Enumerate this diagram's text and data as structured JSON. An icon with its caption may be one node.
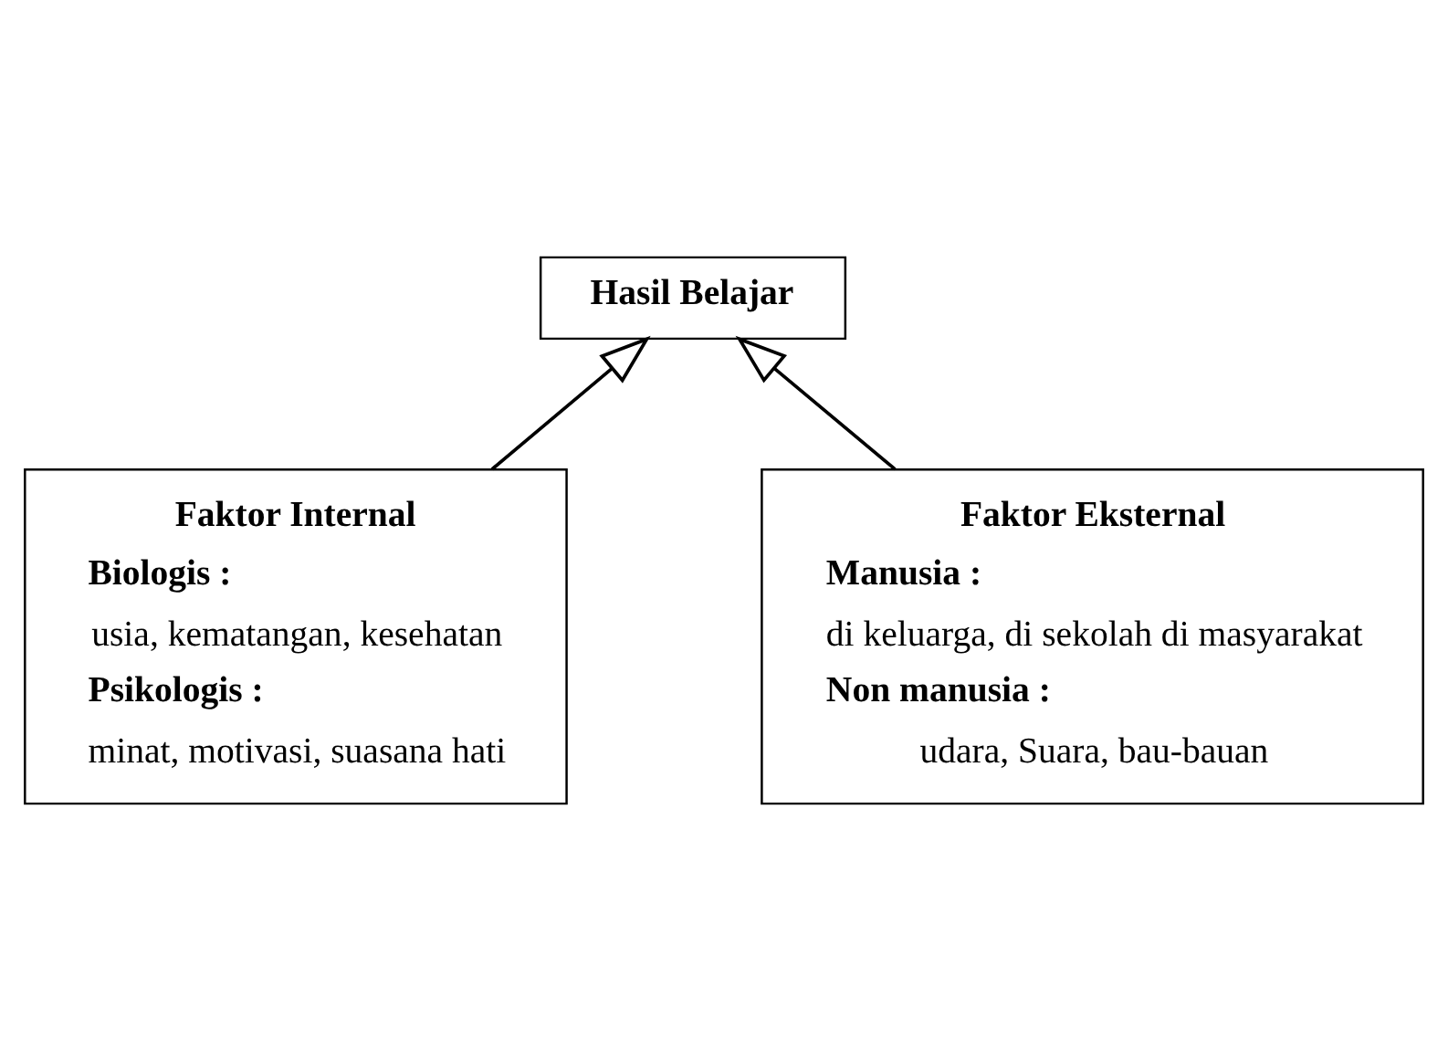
{
  "diagram": {
    "nodes": [
      {
        "text": [
          "Hasil Belajar"
        ]
      },
      {
        "text": [
          "Faktor Internal",
          "Biologis :",
          "usia, kematangan, kesehatan",
          "Psikologis :",
          "minat, motivasi, suasana hati"
        ]
      },
      {
        "text": [
          "Faktor Eksternal",
          "Manusia :",
          "di keluarga, di sekolah di masyarakat",
          "Non manusia :",
          "udara, Suara, bau-bauan"
        ]
      }
    ],
    "edges": [
      {
        "from": 1,
        "to": 0,
        "arrow": "to"
      },
      {
        "from": 2,
        "to": 0,
        "arrow": "to"
      }
    ]
  }
}
